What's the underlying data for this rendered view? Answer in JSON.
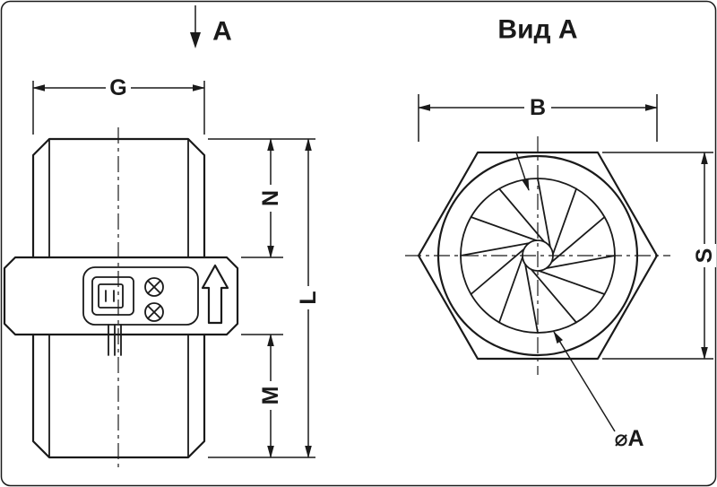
{
  "labels": {
    "section_arrow": "A",
    "view_title": "Вид А",
    "dim_G": "G",
    "dim_N": "N",
    "dim_L": "L",
    "dim_M": "M",
    "dim_B": "B",
    "dim_S": "S",
    "dim_diameter": "⌀A"
  },
  "colors": {
    "line": "#1a1a1a",
    "background": "#ffffff"
  }
}
